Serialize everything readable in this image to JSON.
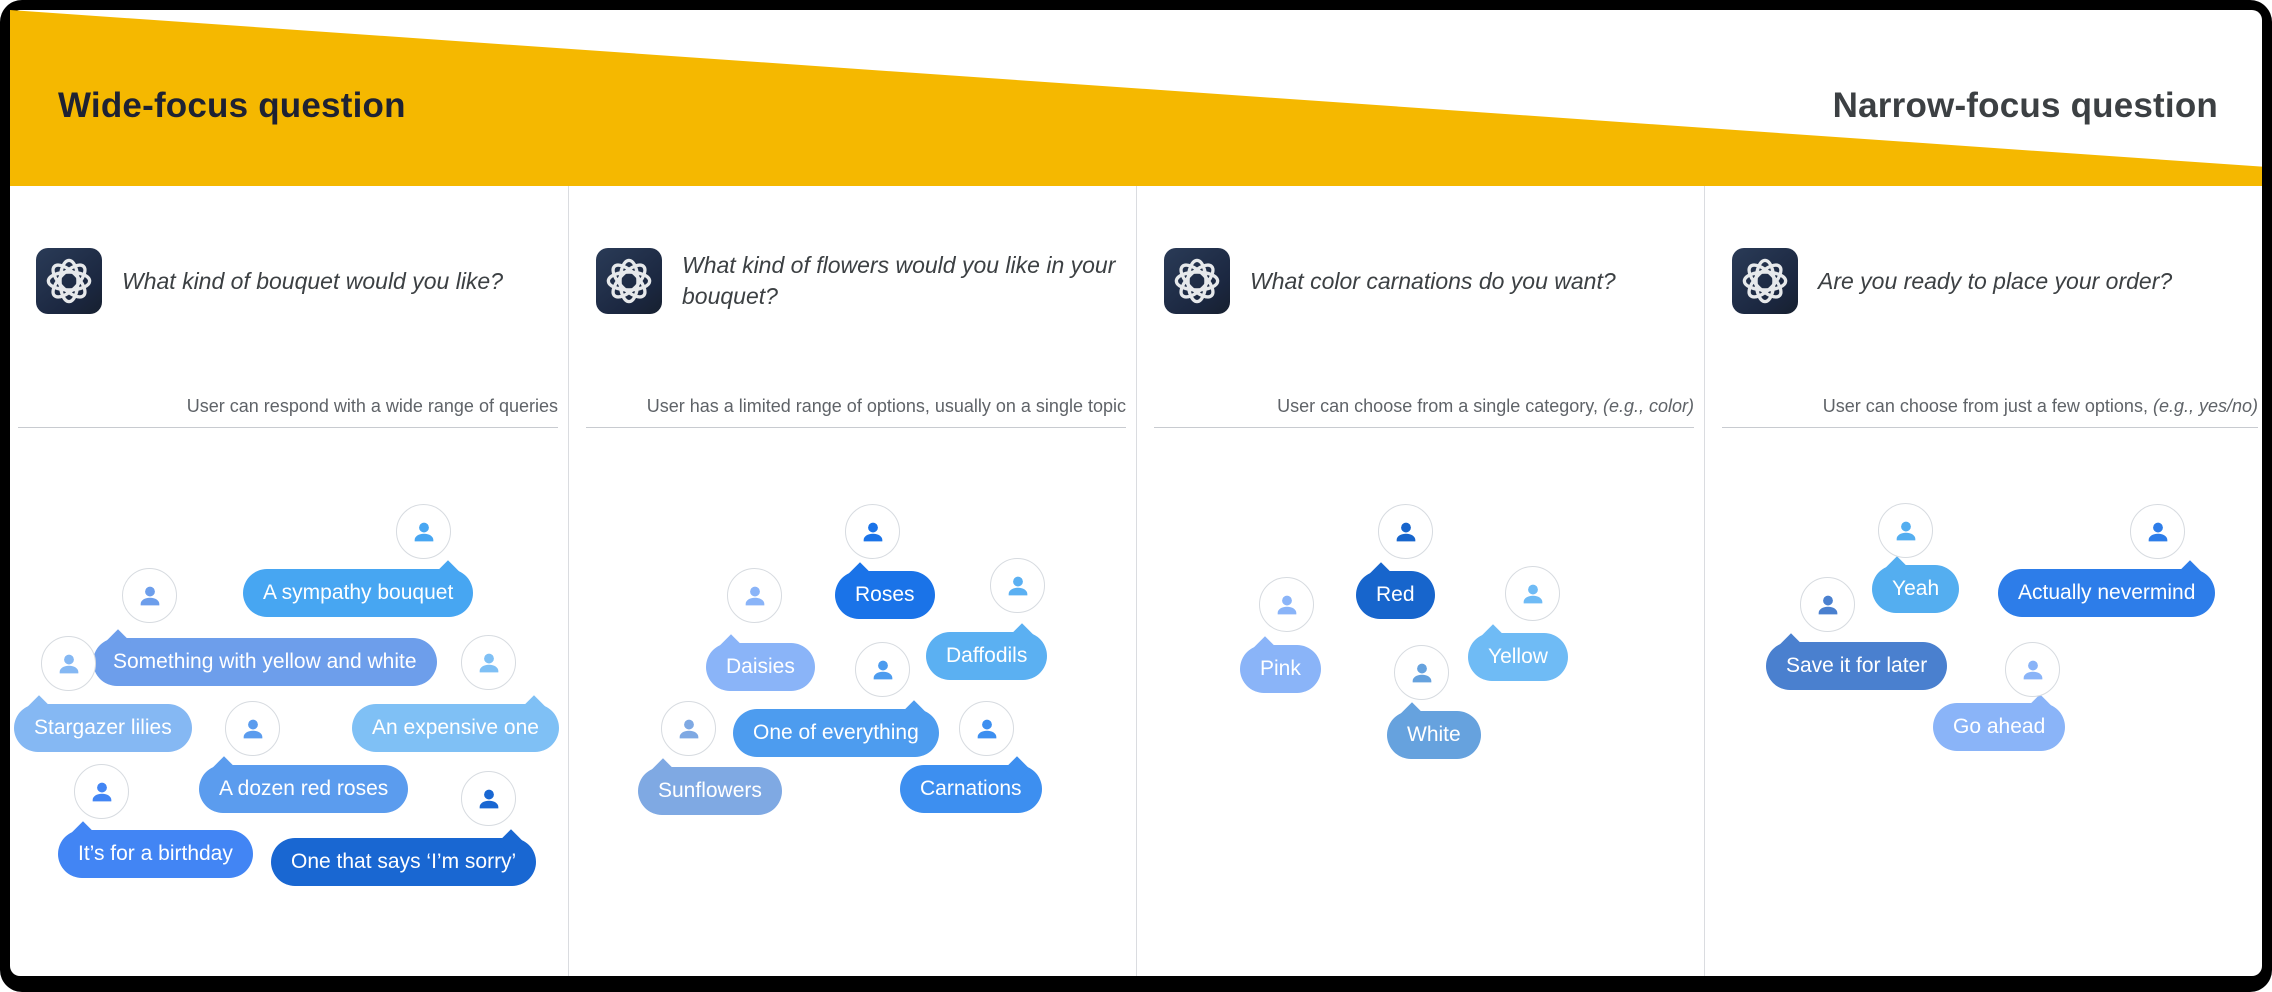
{
  "header": {
    "left_label": "Wide-focus question",
    "right_label": "Narrow-focus question",
    "wedge_color": "#F5B800",
    "left_label_color": "#1E2233",
    "right_label_color": "#3C4043"
  },
  "columns": [
    {
      "question": "What kind of bouquet would you like?",
      "caption": "User can respond with a wide range of queries",
      "caption_italic": "",
      "bubbles": [
        {
          "label": "A sympathy bouquet",
          "color": "#47A6F2"
        },
        {
          "label": "Something with yellow and white",
          "color": "#6D9EEB"
        },
        {
          "label": "Stargazer lilies",
          "color": "#85B8F3"
        },
        {
          "label": "An expensive one",
          "color": "#7FC0F5"
        },
        {
          "label": "A dozen red roses",
          "color": "#5B9CEE"
        },
        {
          "label": "It’s for a birthday",
          "color": "#4285F4"
        },
        {
          "label": "One that says ‘I’m sorry’",
          "color": "#1967D2"
        }
      ]
    },
    {
      "question": "What kind of flowers would you like in your bouquet?",
      "caption": "User has a limited range of options, usually on a single topic",
      "caption_italic": "",
      "bubbles": [
        {
          "label": "Roses",
          "color": "#1A73E8"
        },
        {
          "label": "Daisies",
          "color": "#8AB4F8"
        },
        {
          "label": "Daffodils",
          "color": "#5BB0F2"
        },
        {
          "label": "One of everything",
          "color": "#4D9CEF"
        },
        {
          "label": "Sunflowers",
          "color": "#7FA9E3"
        },
        {
          "label": "Carnations",
          "color": "#3D8FF0"
        }
      ]
    },
    {
      "question": "What color carnations do you want?",
      "caption": "User can choose from a single category, ",
      "caption_italic": "(e.g., color)",
      "bubbles": [
        {
          "label": "Red",
          "color": "#1765CC"
        },
        {
          "label": "Pink",
          "color": "#8AB4F8"
        },
        {
          "label": "Yellow",
          "color": "#6FBBF5"
        },
        {
          "label": "White",
          "color": "#66A2DE"
        }
      ]
    },
    {
      "question": "Are you ready to place your order?",
      "caption": "User can choose from just a few options, ",
      "caption_italic": "(e.g., yes/no)",
      "bubbles": [
        {
          "label": "Yeah",
          "color": "#54AEF0"
        },
        {
          "label": "Actually nevermind",
          "color": "#2D7DE9"
        },
        {
          "label": "Save it for later",
          "color": "#4A80CF"
        },
        {
          "label": "Go ahead",
          "color": "#8AB4F8"
        }
      ]
    }
  ]
}
